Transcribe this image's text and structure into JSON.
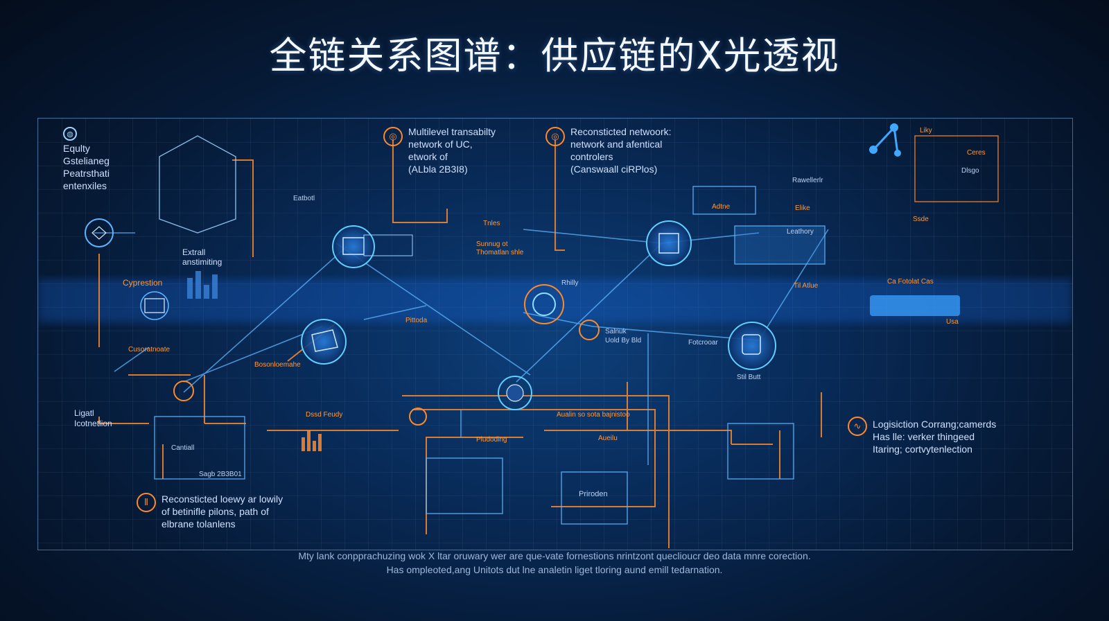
{
  "title": "全链关系图谱：供应链的X光透视",
  "annotations": {
    "equity": {
      "icon": "globe-icon",
      "lines": [
        "Equlty",
        "Gstelianeg",
        "Peatrsthati",
        "entenxiles"
      ]
    },
    "multilevel": {
      "icon": "target-icon",
      "lines": [
        "Multilevel transabilty",
        "network of UC,",
        "etwork of",
        "(ALbla 2B3I8)"
      ]
    },
    "reconstructed_network": {
      "icon": "target-icon",
      "lines": [
        "Reconsticted netwoork:",
        "network and afentical",
        "controlers",
        "(Canswaall ciRPlos)"
      ]
    },
    "reconstructed_lowly": {
      "icon": "bars-icon",
      "lines": [
        "Reconsticted loewy ar lowily",
        "of betinifle pilons, path of",
        "elbrane tolanlens"
      ]
    },
    "logistics": {
      "icon": "pulse-icon",
      "lines": [
        "Logisiction Corrang;camerds",
        "Has lle: verker thingeed",
        "Itaring; cortvytenlection"
      ]
    },
    "ligatl": {
      "lines": [
        "Ligatl",
        "Icotnetlion"
      ]
    },
    "extrall": {
      "lines": [
        "Extrall",
        "anstimiting"
      ]
    },
    "cypression": {
      "lines": [
        "Cyprestion"
      ]
    }
  },
  "micro_labels": {
    "tnles": "Tnles",
    "sunnug": "Sunnug ot",
    "thomatlan": "Thomatlan shle",
    "salnuk": "Salnuk",
    "uoldby": "Uold By Bld",
    "rhilly": "Rhilly",
    "pittoda": "Pittoda",
    "pludoding": "Pludoding",
    "fotcrooar": "Fotcrooar",
    "stil_butt": "Stil Butt",
    "cantiall": "Cantiall",
    "priroden": "Priroden",
    "auelu": "Aueilu",
    "lathory": "Leathory",
    "rawellerlr": "Rawellerlr",
    "ellke": "Elike",
    "til_atue": "Til Atlue",
    "ca_fotolat_cas": "Ca Fotolat Cas",
    "usa": "Usa",
    "dlsgo": "Dlsgo",
    "lilkr": "Liky",
    "ceres": "Ceres",
    "ssde": "Ssde",
    "ardtee": "Adtne",
    "auatin_bbo": "Aualin so sota bajnistoo",
    "eatbotl": "Eatbotl",
    "dssd": "Dssd Feudy",
    "cusoral": "Cusoratnoate",
    "bosonloemahe": "Bosonloemahe",
    "sagb": "Sagb 2B3B01"
  },
  "footer": {
    "line1": "Mty lank conpprachuzing wok X ltar oruwary wer are que-vate fornestions nrintzont queclioucr deo data mnre corection.",
    "line2": "Has ompleoted,ang Unitots dut lne analetin liget tloring aund emill tedarnation."
  },
  "colors": {
    "background": "#061a36",
    "accent_blue": "#3fa9ff",
    "accent_orange": "#ff8a2a",
    "glow": "#7fd6ff",
    "text": "#dbe9ff"
  }
}
